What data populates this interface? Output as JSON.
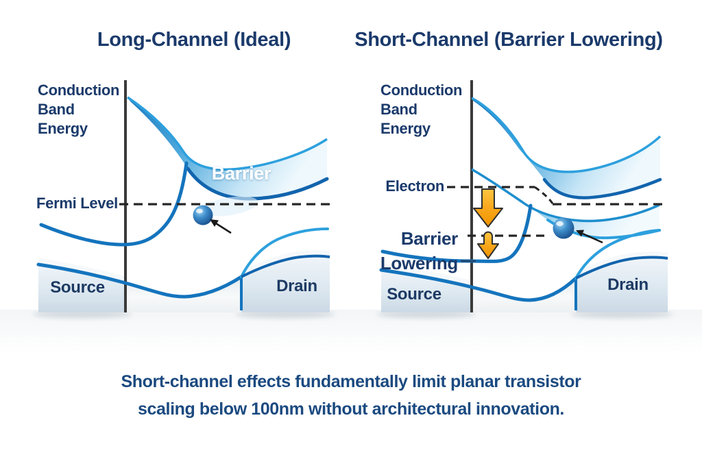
{
  "titles": {
    "left": "Long-Channel (Ideal)",
    "right": "Short-Channel (Barrier Lowering)"
  },
  "left_panel": {
    "axis_label": "Conduction\nBand\nEnergy",
    "fermi_label": "Fermi Level",
    "barrier_label": "Barrier",
    "source_label": "Source",
    "drain_label": "Drain"
  },
  "right_panel": {
    "axis_label": "Conduction\nBand\nEnergy",
    "electron_label": "Electron",
    "barrier_lowering_label": "Barrier\nLowering",
    "source_label": "Source",
    "drain_label": "Drain"
  },
  "caption": "Short-channel effects fundamentally limit planar transistor\nscaling below 100nm without architectural innovation.",
  "colors": {
    "navy": "#1b3a6b",
    "curve_blue": "#1474bd",
    "bright_blue": "#2da0dd",
    "deep_edge_blue": "#1264ad",
    "dashed": "#262626",
    "axis": "#3a3a3a",
    "orange": "#f7a61b",
    "connector_navy": "#24486e"
  }
}
